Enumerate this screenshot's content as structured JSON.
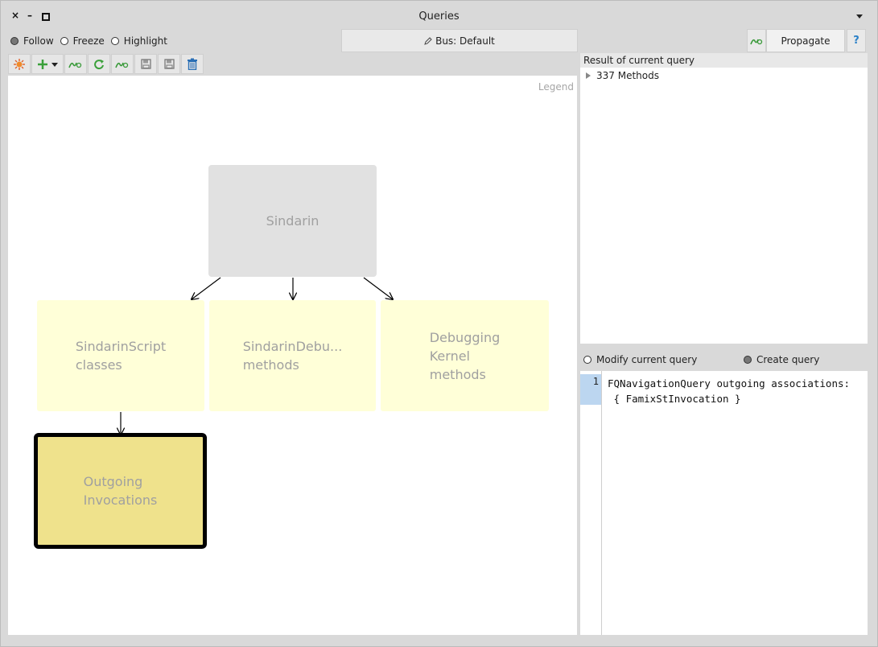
{
  "window": {
    "title": "Queries",
    "close_glyph": "×",
    "min_glyph": "–"
  },
  "modes": {
    "follow": "Follow",
    "freeze": "Freeze",
    "highlight": "Highlight",
    "selected": "follow"
  },
  "bus": {
    "label": "Bus: Default"
  },
  "propagate": {
    "label": "Propagate",
    "help": "?"
  },
  "toolbar": {
    "icons": [
      "new-query-icon",
      "add-query-icon",
      "filter-query-icon",
      "refresh-query-icon",
      "filter-query-icon",
      "save-icon",
      "save-as-icon",
      "trash-icon"
    ]
  },
  "canvas": {
    "legend": "Legend",
    "nodes": {
      "sindarin": "Sindarin",
      "sindarin_script": "SindarinScript\nclasses",
      "sindarin_debu": "SindarinDebu...\nmethods",
      "debugging_kernel": "Debugging\nKernel\nmethods",
      "outgoing": "Outgoing\nInvocations"
    }
  },
  "result": {
    "header": "Result of current query",
    "items": [
      "337 Methods"
    ]
  },
  "query_mode": {
    "modify": "Modify current query",
    "create": "Create query",
    "selected": "create"
  },
  "editor": {
    "line_number": "1",
    "code": "FQNavigationQuery outgoing associations:\n { FamixStInvocation }"
  },
  "colors": {
    "root_node": "#e1e1e1",
    "query_node": "#ffffd8",
    "selected_node": "#efe28c",
    "line_highlight": "#bcd6f0",
    "help": "#2a80c7"
  }
}
